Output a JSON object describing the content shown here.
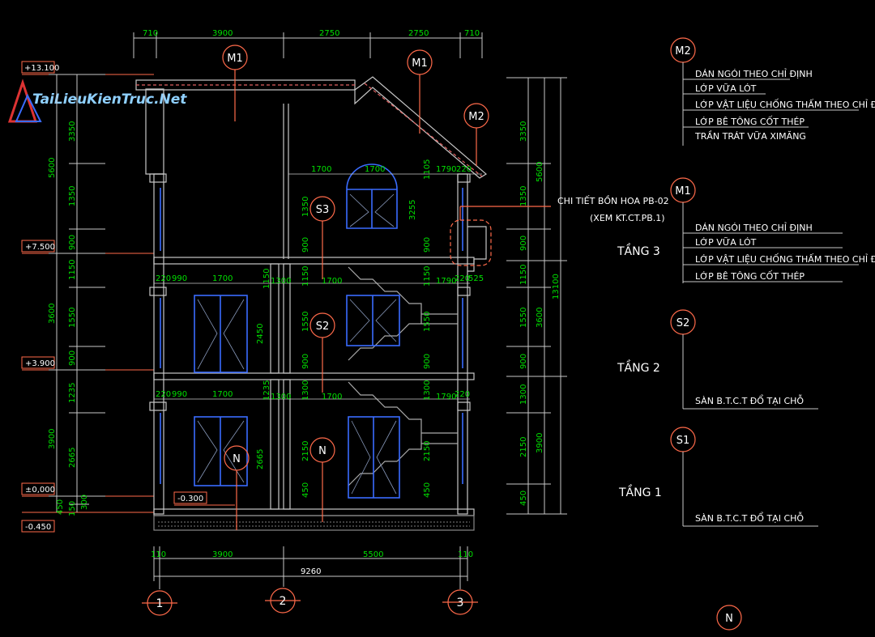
{
  "watermark": "TaiLieuKienTruc.Net",
  "top_dims": [
    "710",
    "3900",
    "2750",
    "2750",
    "710"
  ],
  "bottom_dims": [
    "110",
    "3900",
    "5500",
    "110"
  ],
  "bottom_total": "9260",
  "grid_axes": [
    "1",
    "2",
    "3"
  ],
  "levels": [
    "+13.100",
    "+7.500",
    "+3.900",
    "±0,000",
    "-0.450",
    "-0.300"
  ],
  "left_dims": [
    "3350",
    "1350",
    "900",
    "1150",
    "1550",
    "900",
    "1235",
    "2665",
    "450",
    "150",
    "300"
  ],
  "left_totals": [
    "5600",
    "3600",
    "3900"
  ],
  "right_dims": [
    "3350",
    "1350",
    "900",
    "1150",
    "1550",
    "900",
    "1300",
    "2150",
    "450"
  ],
  "right_totals": [
    "5600",
    "3600",
    "3900"
  ],
  "overall_height": "13100",
  "interior_dims": {
    "floor3_top": [
      "1700",
      "1700",
      "1790",
      "220"
    ],
    "floor3_side": [
      "1105",
      "3255",
      "1350",
      "900",
      "900"
    ],
    "floor2_top": [
      "220",
      "990",
      "1700",
      "1150",
      "1300",
      "1700",
      "1790",
      "220",
      "525"
    ],
    "floor2_side": [
      "2450",
      "1150",
      "1550",
      "900",
      "1150",
      "1550",
      "900"
    ],
    "floor1_top": [
      "220",
      "990",
      "1700",
      "1235",
      "1300",
      "1700",
      "1790",
      "220"
    ],
    "floor1_side": [
      "2665",
      "1300",
      "2150",
      "450",
      "1300",
      "2150",
      "450"
    ]
  },
  "tags": {
    "m1": "M1",
    "m2": "M2",
    "s3": "S3",
    "s2": "S2",
    "s1": "S1",
    "n": "N"
  },
  "callout": {
    "line1": "CHI TIẾT BỒN HOA PB-02",
    "line2": "(XEM KT.CT.PB.1)"
  },
  "m2_layers": [
    "DÁN NGÓI THEO CHỈ ĐỊNH",
    "LỚP VỮA LÓT",
    "LỚP VẬT LIỆU CHỐNG THẤM THEO CHỈ ĐỊNH",
    "LỚP BÊ TÔNG CỐT THÉP",
    "TRẦN TRÁT VỮA XIMĂNG"
  ],
  "m1_layers": [
    "DÁN NGÓI THEO CHỈ ĐỊNH",
    "LỚP VỮA LÓT",
    "LỚP VẬT LIỆU CHỐNG THẤM THEO CHỈ ĐỊNH",
    "LỚP BÊ TÔNG CỐT THÉP"
  ],
  "floor_labels": [
    "TẦNG 3",
    "TẦNG 2",
    "TẦNG 1"
  ],
  "s2_layer": "SÀN B.T.C.T  ĐỔ TẠI CHỖ",
  "s1_layer": "SÀN B.T.C.T  ĐỔ TẠI CHỖ",
  "colors": {
    "dimension": "#00e000",
    "structure": "#c8c8c8",
    "window": "#3a6cff",
    "marker": "#ff6a4a",
    "background": "#000000"
  }
}
